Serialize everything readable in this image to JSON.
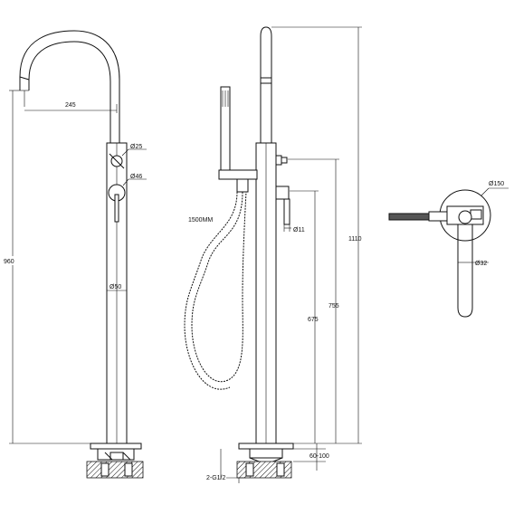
{
  "drawing": {
    "front_view": {
      "spout_reach": "245",
      "handle_top_diameter": "Ø25",
      "handle_body_diameter": "Ø46",
      "overall_height": "960",
      "column_diameter": "Ø50"
    },
    "side_view": {
      "hose_length": "1500MM",
      "handle_diameter": "Ø11",
      "outlet_height_1": "755",
      "outlet_height_2": "675",
      "total_height": "1110",
      "floor_depth": "60-100",
      "thread_size": "2-G1/2"
    },
    "top_view": {
      "plate_diameter": "Ø150",
      "shaft_diameter": "Ø32"
    }
  }
}
